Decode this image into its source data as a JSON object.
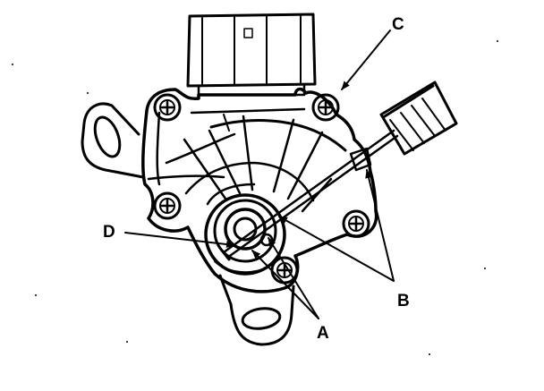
{
  "callouts": {
    "a": "A",
    "b": "B",
    "c": "C",
    "d": "D"
  },
  "icons": {
    "bolt": "bolt-icon",
    "connector": "connector-icon",
    "tool": "alignment-pin-icon"
  }
}
